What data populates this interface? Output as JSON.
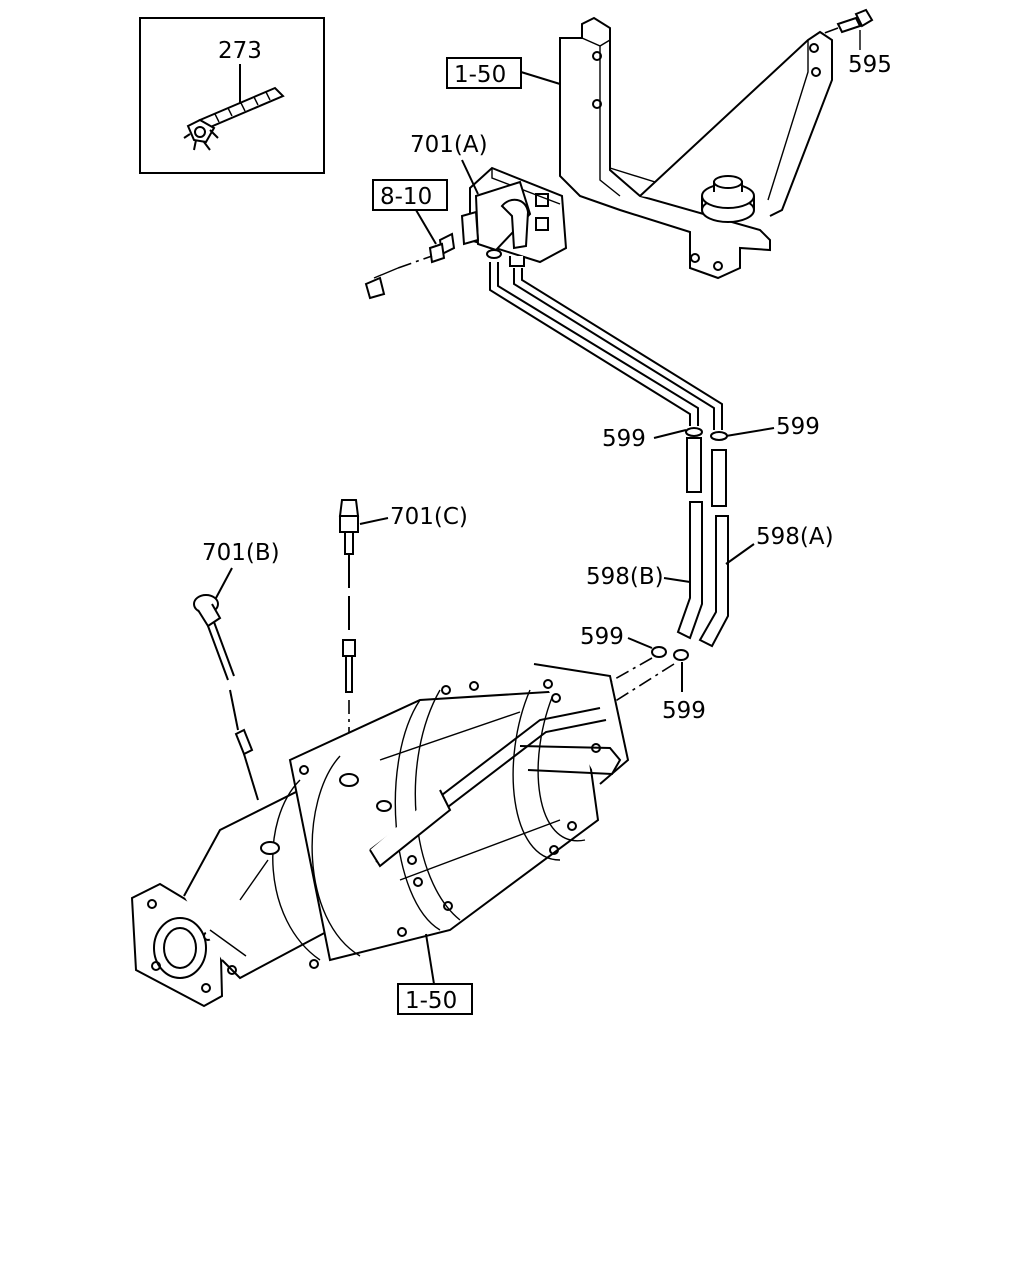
{
  "diagram": {
    "callouts": {
      "clip": "273",
      "bolt": "595",
      "bracket_ref": "1-50",
      "sensor_a": "701(A)",
      "harness_ref": "8-10",
      "clamp_upper_left": "599",
      "clamp_upper_right": "599",
      "sensor_c": "701(C)",
      "sensor_b": "701(B)",
      "hose_a": "598(A)",
      "hose_b": "598(B)",
      "clamp_lower_left": "599",
      "clamp_lower_right": "599",
      "dpf_ref": "1-50"
    }
  }
}
